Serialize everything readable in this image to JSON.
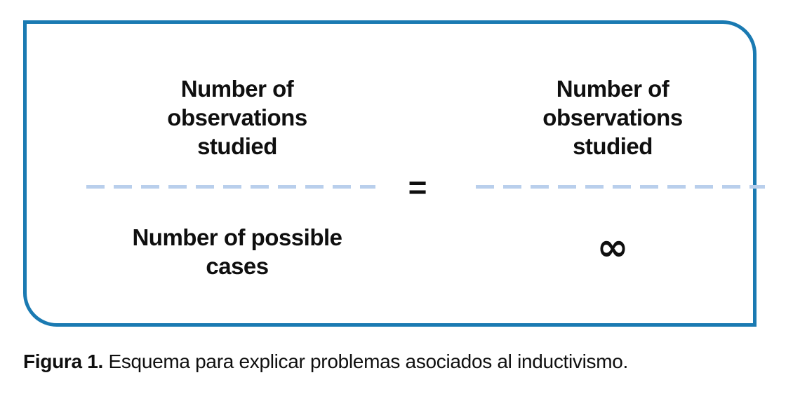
{
  "colors": {
    "box-border": "#1a7ab2",
    "fraction-bar": "#b9cfec",
    "text": "#0f0f0f"
  },
  "equation": {
    "equals_sign": "=",
    "left": {
      "numerator_lines": [
        "Number of",
        "observations",
        "studied"
      ],
      "denominator_lines": [
        "Number of possible",
        "cases"
      ]
    },
    "right": {
      "numerator_lines": [
        "Number of",
        "observations",
        "studied"
      ],
      "denominator_symbol": "∞"
    }
  },
  "caption": {
    "label": "Figura 1.",
    "text": "Esquema para explicar problemas asociados al inductivismo."
  }
}
